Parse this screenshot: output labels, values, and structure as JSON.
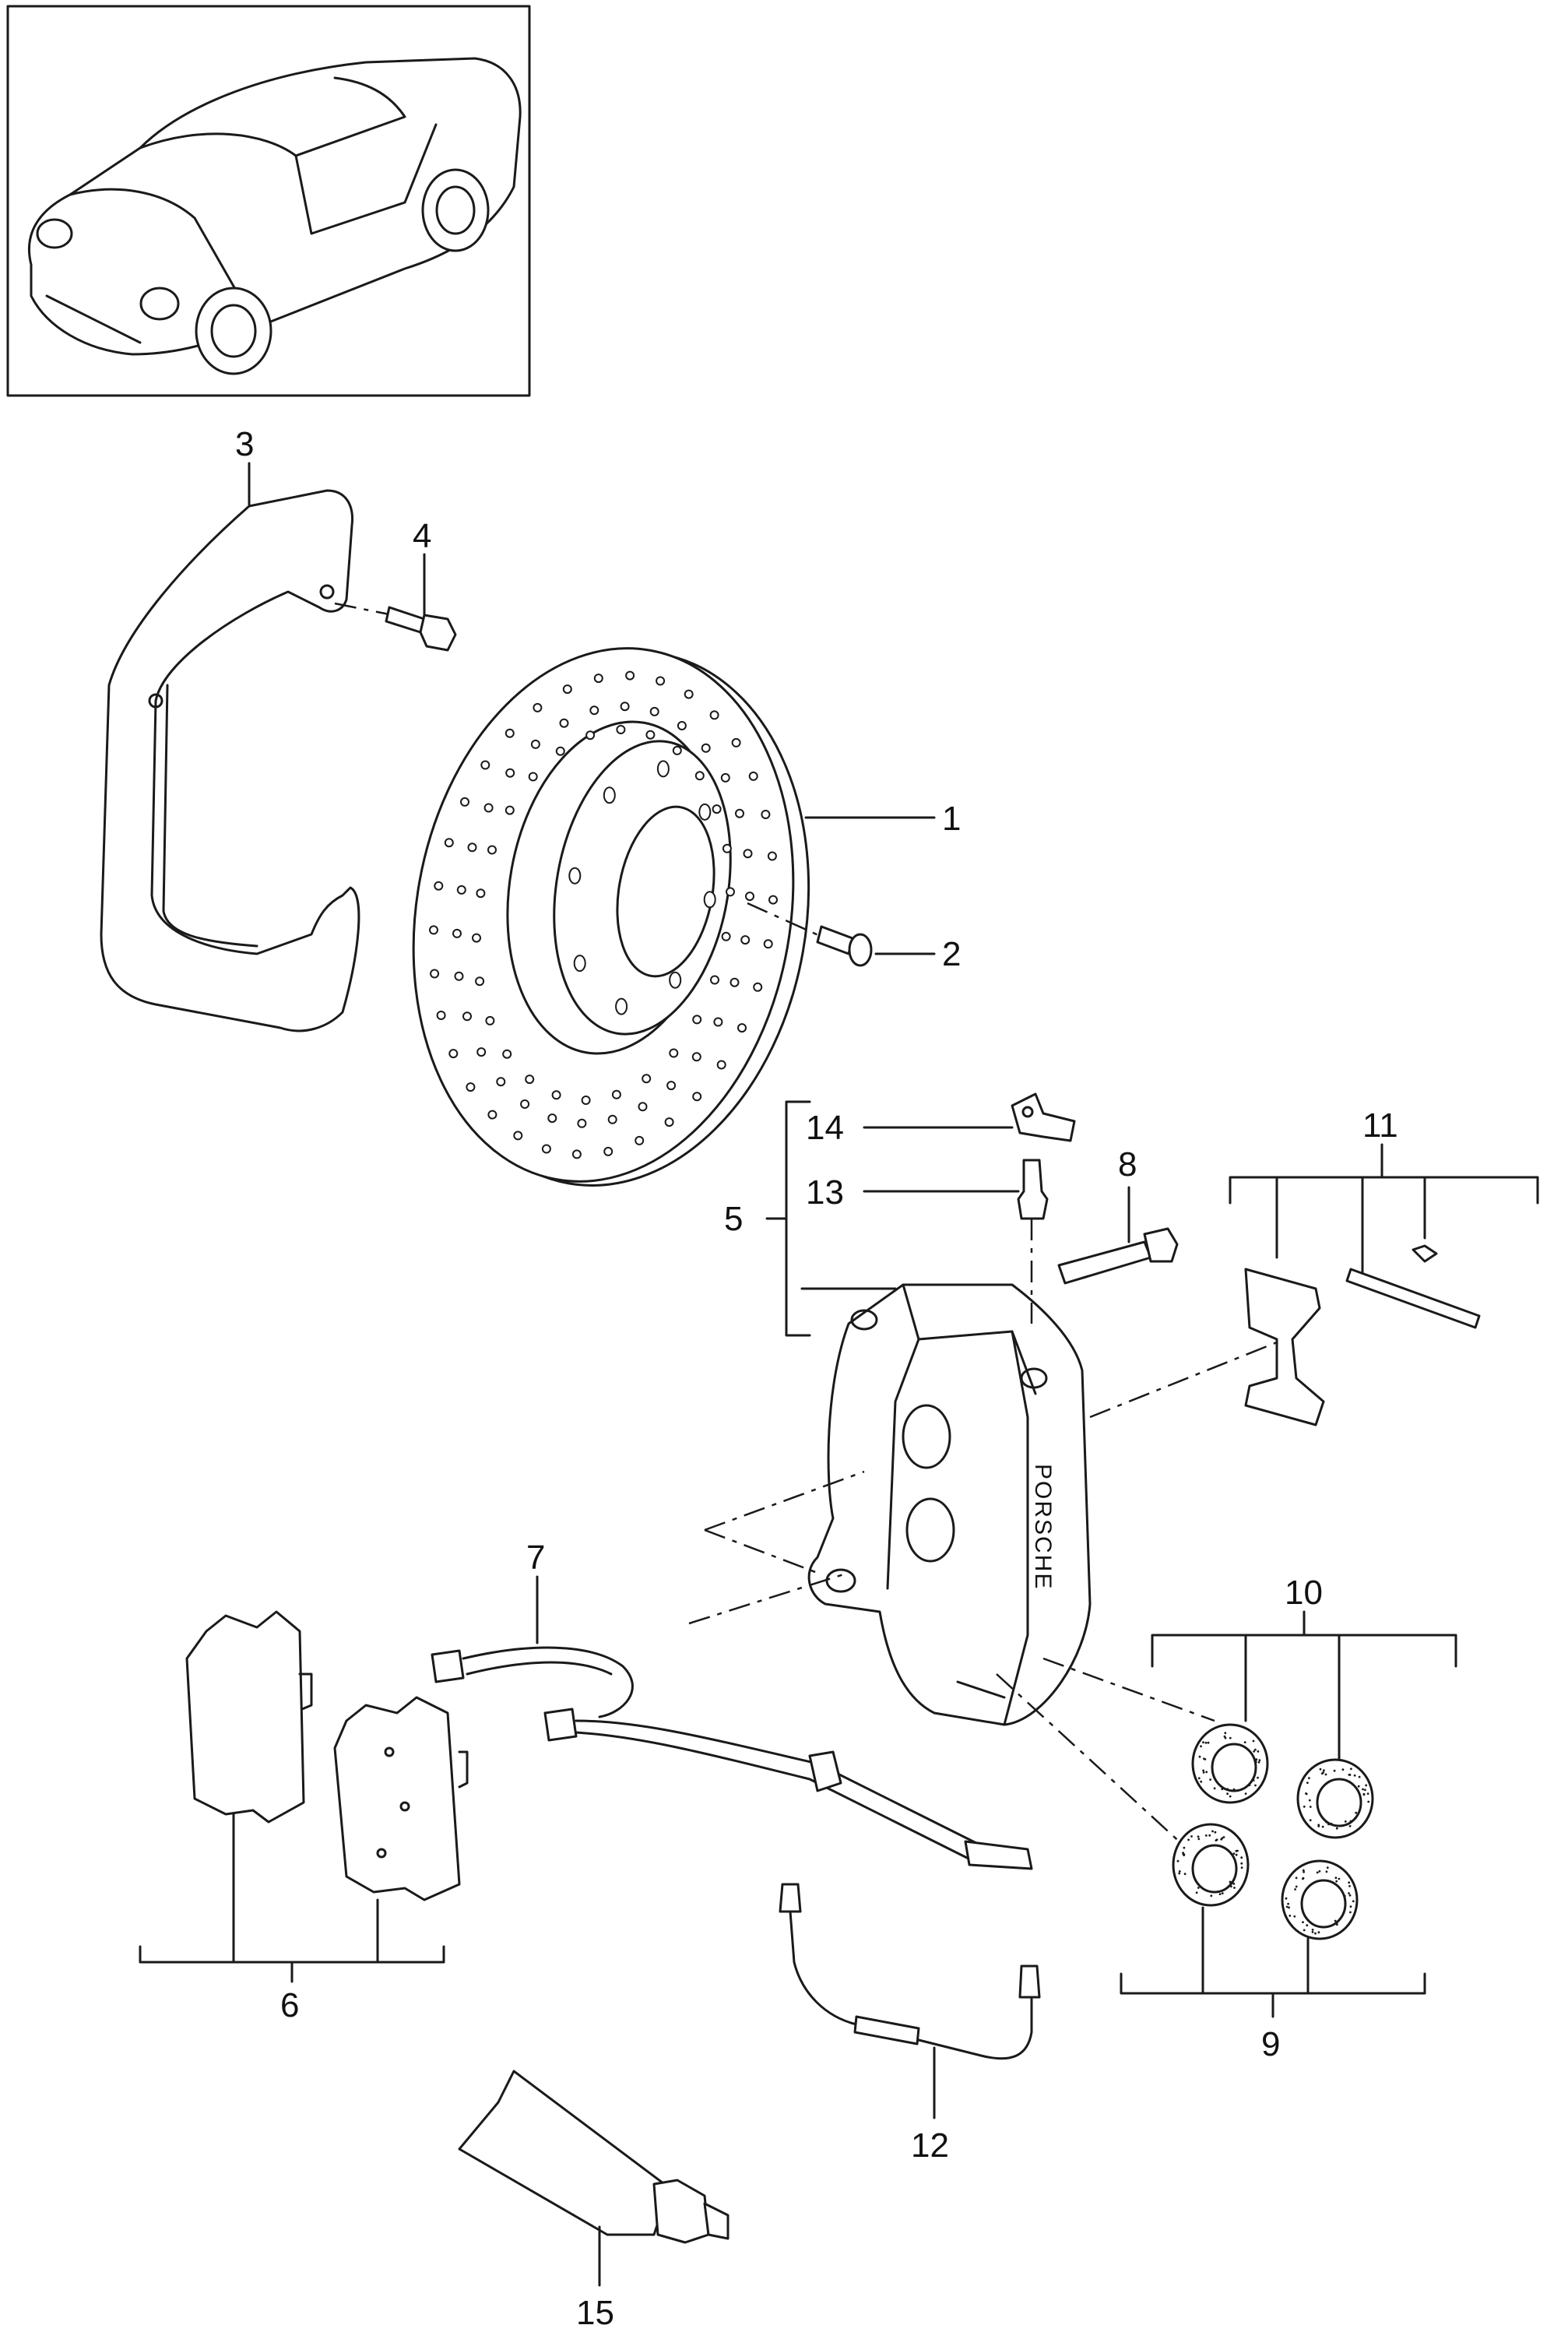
{
  "callouts": [
    {
      "id": "1",
      "text": "1"
    },
    {
      "id": "2",
      "text": "2"
    },
    {
      "id": "3",
      "text": "3"
    },
    {
      "id": "4",
      "text": "4"
    },
    {
      "id": "5",
      "text": "5"
    },
    {
      "id": "6",
      "text": "6"
    },
    {
      "id": "7",
      "text": "7"
    },
    {
      "id": "8",
      "text": "8"
    },
    {
      "id": "9",
      "text": "9"
    },
    {
      "id": "10",
      "text": "10"
    },
    {
      "id": "11",
      "text": "11"
    },
    {
      "id": "12",
      "text": "12"
    },
    {
      "id": "13",
      "text": "13"
    },
    {
      "id": "14",
      "text": "14"
    },
    {
      "id": "15",
      "text": "15"
    }
  ],
  "caliper_logo": "PORSCHE",
  "icons": [
    "car-thumbnail-icon"
  ]
}
